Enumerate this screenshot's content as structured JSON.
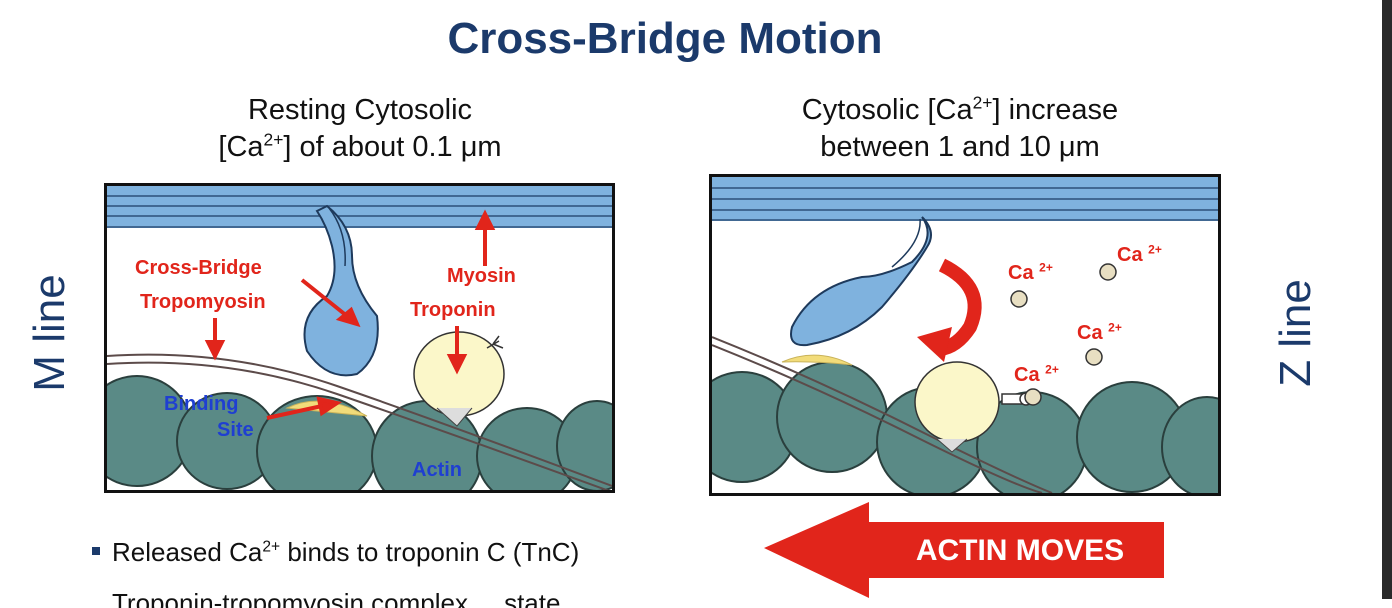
{
  "title": "Cross-Bridge Motion",
  "left_caption": {
    "line1": "Resting Cytosolic",
    "line2_pre": "[Ca",
    "line2_sup": "2+",
    "line2_post": "] of about 0.1 μm"
  },
  "right_caption": {
    "line1_pre": "Cytosolic [Ca",
    "line1_sup": "2+",
    "line1_post": "] increase",
    "line2": "between 1 and 10 μm"
  },
  "side_labels": {
    "left": "M line",
    "right": "Z line"
  },
  "left_panel_labels": {
    "cross_bridge": "Cross-Bridge",
    "tropomyosin": "Tropomyosin",
    "myosin": "Myosin",
    "troponin": "Troponin",
    "binding": "Binding",
    "site": "Site",
    "actin": "Actin"
  },
  "right_panel_labels": {
    "ca": "Ca",
    "charge": "2+"
  },
  "bullets": [
    {
      "pre": "Released Ca",
      "sup": "2+",
      "post": " binds to troponin C (TnC)"
    },
    {
      "text": "Troponin-tropomyosin complex ... state"
    }
  ],
  "arrow_label": "ACTIN MOVES",
  "colors": {
    "title": "#1b3a6b",
    "label_red": "#e1251b",
    "label_blue": "#1f3fd1",
    "myosin_blue": "#7fb2de",
    "actin_green": "#5a8a86",
    "troponin_yellow": "#fbf7c9"
  }
}
